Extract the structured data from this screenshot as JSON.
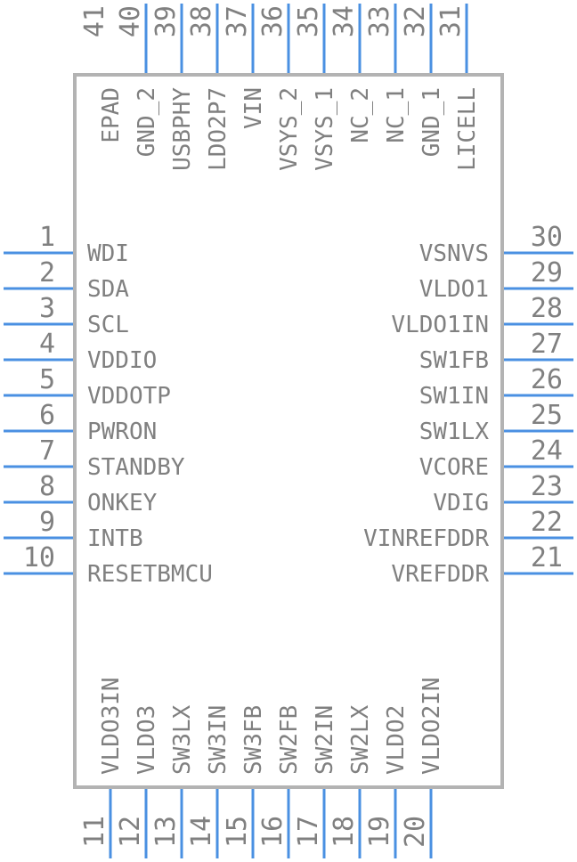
{
  "left_pins": [
    {
      "num": "1",
      "name": "WDI"
    },
    {
      "num": "2",
      "name": "SDA"
    },
    {
      "num": "3",
      "name": "SCL"
    },
    {
      "num": "4",
      "name": "VDDIO"
    },
    {
      "num": "5",
      "name": "VDDOTP"
    },
    {
      "num": "6",
      "name": "PWRON"
    },
    {
      "num": "7",
      "name": "STANDBY"
    },
    {
      "num": "8",
      "name": "ONKEY"
    },
    {
      "num": "9",
      "name": "INTB"
    },
    {
      "num": "10",
      "name": "RESETBMCU"
    }
  ],
  "bottom_pins": [
    {
      "num": "11",
      "name": "VLDO3IN"
    },
    {
      "num": "12",
      "name": "VLDO3"
    },
    {
      "num": "13",
      "name": "SW3LX"
    },
    {
      "num": "14",
      "name": "SW3IN"
    },
    {
      "num": "15",
      "name": "SW3FB"
    },
    {
      "num": "16",
      "name": "SW2FB"
    },
    {
      "num": "17",
      "name": "SW2IN"
    },
    {
      "num": "18",
      "name": "SW2LX"
    },
    {
      "num": "19",
      "name": "VLDO2"
    },
    {
      "num": "20",
      "name": "VLDO2IN"
    }
  ],
  "right_pins": [
    {
      "num": "21",
      "name": "VREFDDR"
    },
    {
      "num": "22",
      "name": "VINREFDDR"
    },
    {
      "num": "23",
      "name": "VDIG"
    },
    {
      "num": "24",
      "name": "VCORE"
    },
    {
      "num": "25",
      "name": "SW1LX"
    },
    {
      "num": "26",
      "name": "SW1IN"
    },
    {
      "num": "27",
      "name": "SW1FB"
    },
    {
      "num": "28",
      "name": "VLDO1IN"
    },
    {
      "num": "29",
      "name": "VLDO1"
    },
    {
      "num": "30",
      "name": "VSNVS"
    }
  ],
  "top_pins": [
    {
      "num": "31",
      "name": "LICELL"
    },
    {
      "num": "32",
      "name": "GND_1"
    },
    {
      "num": "33",
      "name": "NC_1"
    },
    {
      "num": "34",
      "name": "NC_2"
    },
    {
      "num": "35",
      "name": "VSYS_1"
    },
    {
      "num": "36",
      "name": "VSYS_2"
    },
    {
      "num": "37",
      "name": "VIN"
    },
    {
      "num": "38",
      "name": "LDO2P7"
    },
    {
      "num": "39",
      "name": "USBPHY"
    },
    {
      "num": "40",
      "name": "GND_2"
    },
    {
      "num": "41",
      "name": "EPAD"
    }
  ],
  "colors": {
    "pin": "#4a90e2",
    "body_outline": "#b3b3b3",
    "text": "#808080"
  }
}
